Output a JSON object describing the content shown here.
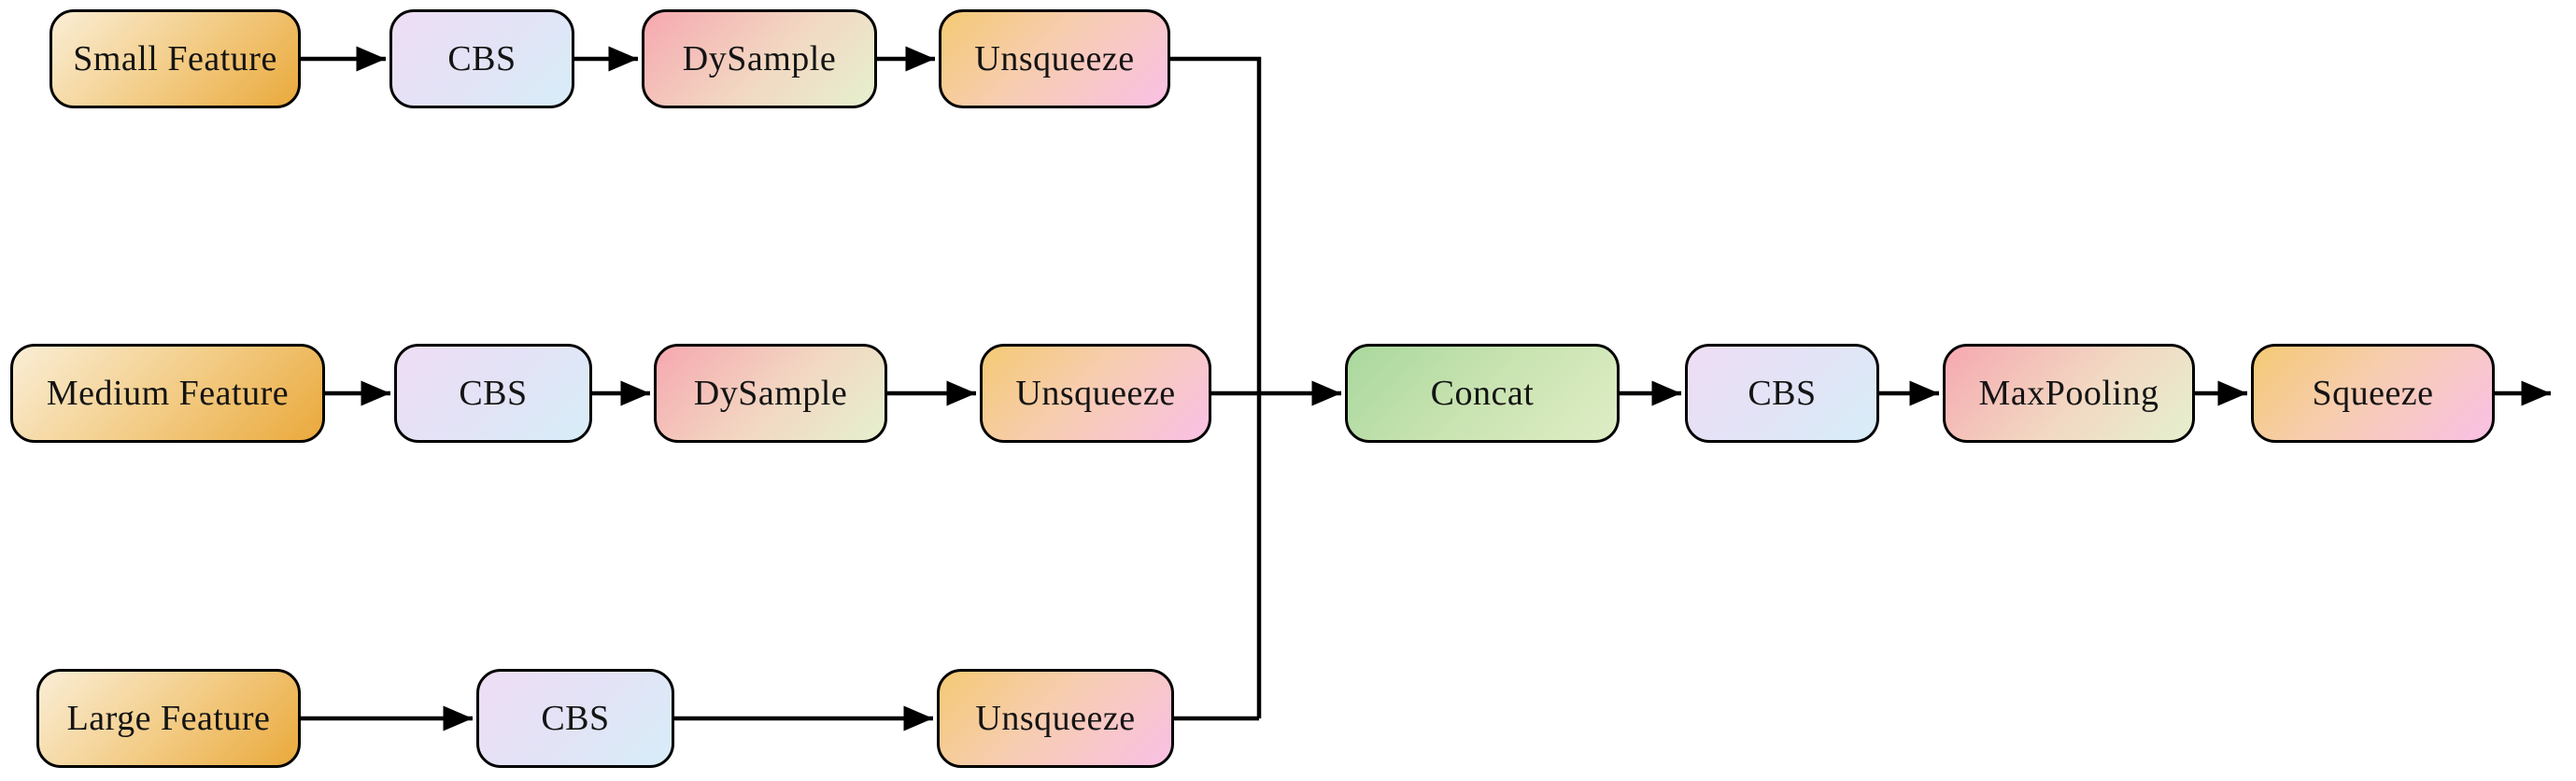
{
  "diagram": {
    "nodes": [
      {
        "id": "small-feature",
        "label": "Small Feature",
        "style": "feature"
      },
      {
        "id": "cbs-top",
        "label": "CBS",
        "style": "cbs"
      },
      {
        "id": "dysample-top",
        "label": "DySample",
        "style": "pink-green"
      },
      {
        "id": "unsqueeze-top",
        "label": "Unsqueeze",
        "style": "gold-pink"
      },
      {
        "id": "medium-feature",
        "label": "Medium Feature",
        "style": "feature"
      },
      {
        "id": "cbs-middle",
        "label": "CBS",
        "style": "cbs"
      },
      {
        "id": "dysample-middle",
        "label": "DySample",
        "style": "pink-green"
      },
      {
        "id": "unsqueeze-middle",
        "label": "Unsqueeze",
        "style": "gold-pink"
      },
      {
        "id": "concat",
        "label": "Concat",
        "style": "green"
      },
      {
        "id": "cbs-after-concat",
        "label": "CBS",
        "style": "cbs"
      },
      {
        "id": "maxpooling",
        "label": "MaxPooling",
        "style": "pink-green"
      },
      {
        "id": "squeeze",
        "label": "Squeeze",
        "style": "gold-pink"
      },
      {
        "id": "large-feature",
        "label": "Large Feature",
        "style": "feature"
      },
      {
        "id": "cbs-bottom",
        "label": "CBS",
        "style": "cbs"
      },
      {
        "id": "unsqueeze-bottom",
        "label": "Unsqueeze",
        "style": "gold-pink"
      }
    ],
    "colors": {
      "border": "#000000",
      "line": "#000000",
      "feature-start": "#faeed6",
      "feature-mid": "#f3cd88",
      "feature-end": "#eaa93c",
      "cbs-start": "#eeddf4",
      "cbs-mid": "#e3e3f6",
      "cbs-end": "#d7edf8",
      "pink-green-start": "#f6a8b0",
      "pink-green-mid": "#f2d8c2",
      "pink-green-end": "#e5f0cf",
      "gold-pink-start": "#f4c974",
      "gold-pink-mid": "#f7cdb0",
      "gold-pink-end": "#f9c0e5",
      "green-start": "#a9d89d",
      "green-mid": "#c9e3b1",
      "green-end": "#dfedc5"
    }
  }
}
